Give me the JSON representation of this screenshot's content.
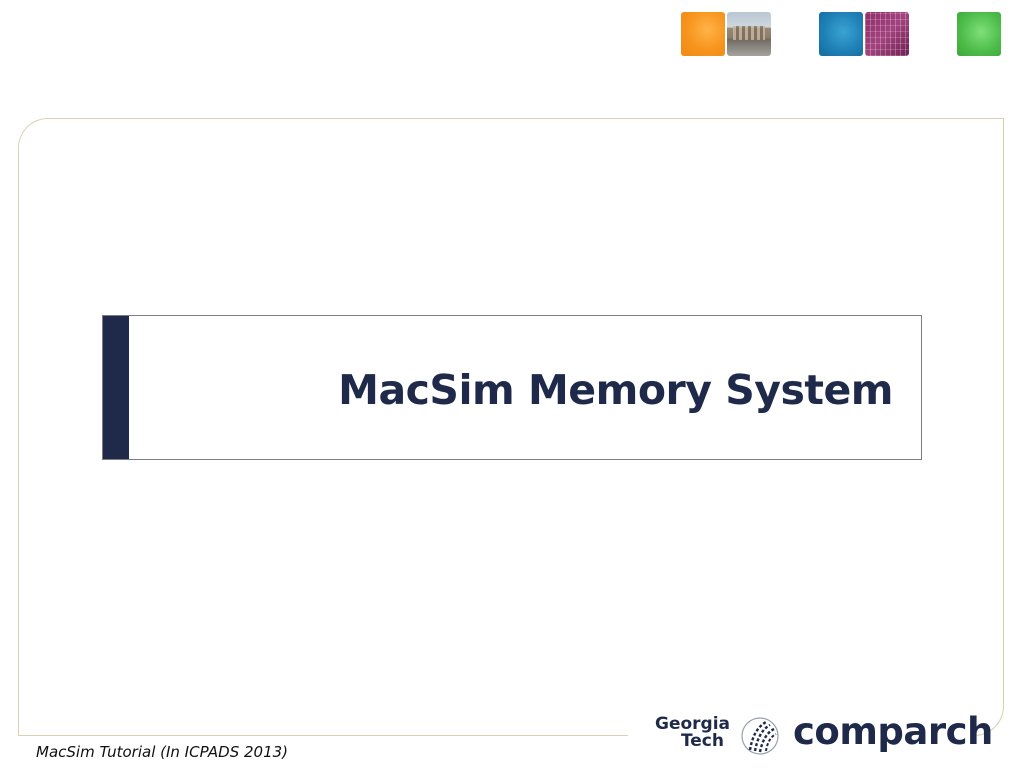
{
  "slide": {
    "title": "MacSim Memory System",
    "footer": "MacSim Tutorial (In ICPADS 2013)"
  },
  "logos": {
    "georgia_tech_line1": "Georgia",
    "georgia_tech_line2": "Tech",
    "comparch": "comparch"
  },
  "header_tiles": [
    {
      "name": "orange-tile",
      "color": "#f7941d"
    },
    {
      "name": "campus-photo-tile",
      "color": "#9a8a76"
    },
    {
      "name": "blue-tile",
      "color": "#1d7fb5"
    },
    {
      "name": "circuit-chip-tile",
      "color": "#8e2d6a"
    },
    {
      "name": "green-tile",
      "color": "#4cbb48"
    }
  ],
  "colors": {
    "navy": "#1f2a4a",
    "frame": "#d9d3b4"
  }
}
